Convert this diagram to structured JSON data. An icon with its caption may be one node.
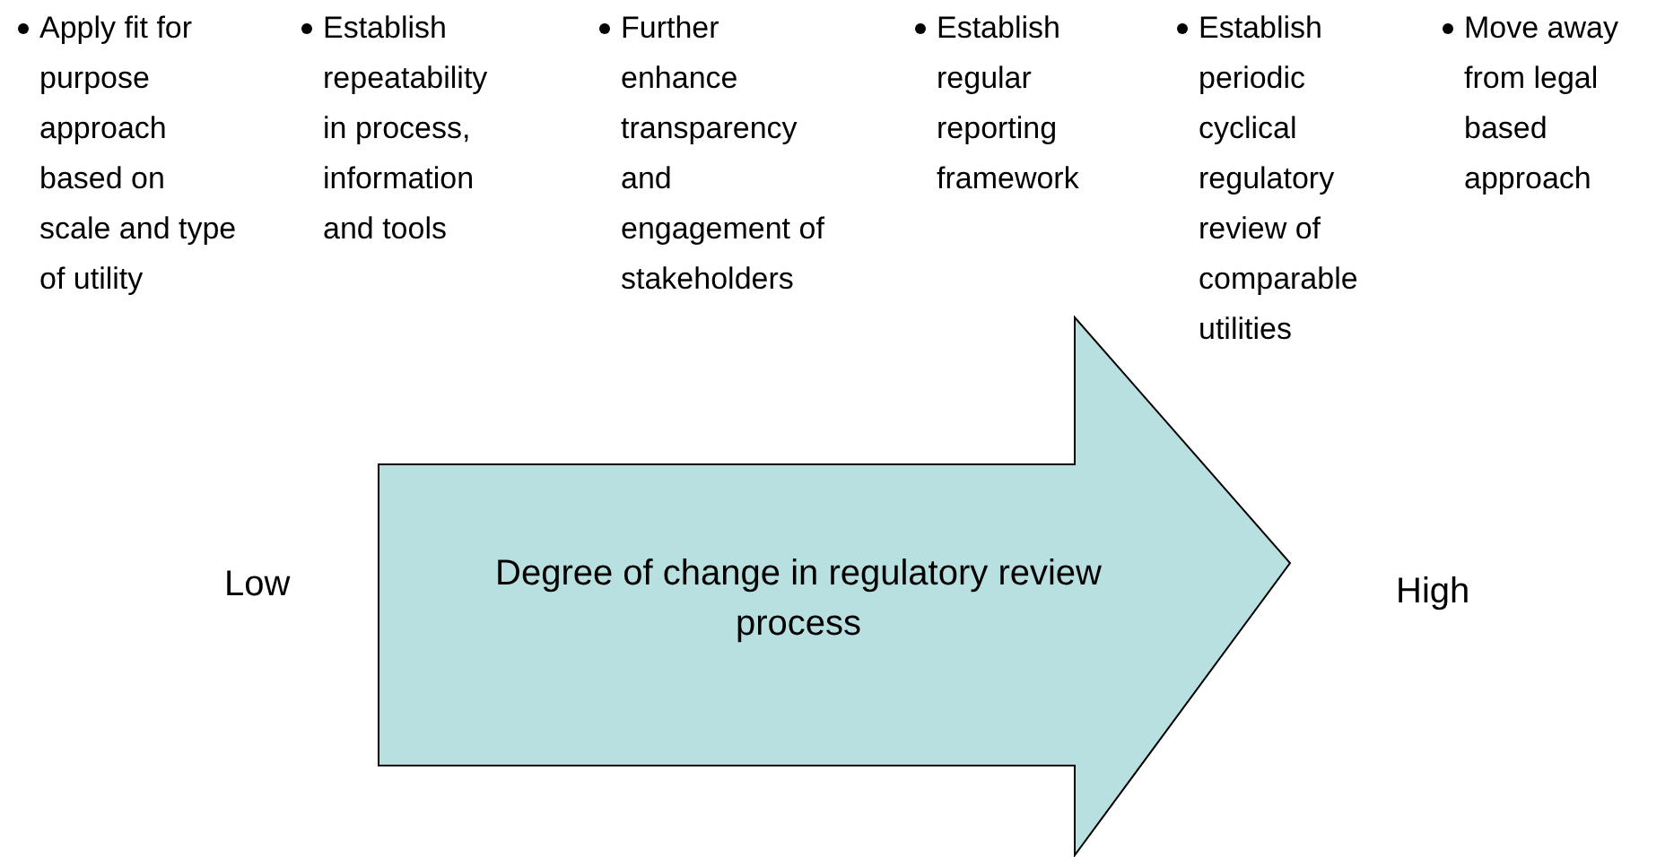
{
  "diagram": {
    "nodes": [
      {
        "text": [
          "Degree of change in regulatory review process"
        ]
      }
    ],
    "edges": [],
    "labels": [
      "Apply fit for purpose approach based on scale and type of utility",
      "Establish repeatability in process, information and tools",
      "Further enhance transparency and engagement of stakeholders",
      "Establish regular reporting framework",
      "Establish periodic cyclical regulatory review of comparable utilities",
      "Move away from legal based approach",
      "Low",
      "High"
    ]
  }
}
